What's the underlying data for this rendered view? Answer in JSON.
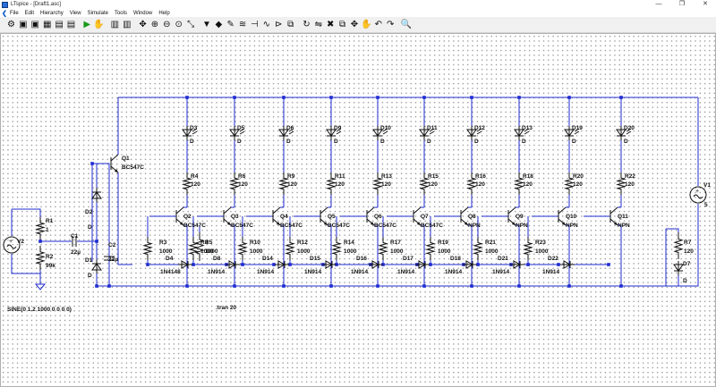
{
  "window": {
    "title": "LTspice - [Draft1.asc]",
    "minimize_glyph": "—",
    "maximize_glyph": "❐",
    "close_glyph": "✕"
  },
  "menu": [
    "File",
    "Edit",
    "Hierarchy",
    "View",
    "Simulate",
    "Tools",
    "Window",
    "Help"
  ],
  "toolbar_icons": [
    "gear-icon",
    "open-icon",
    "open-2-icon",
    "save-icon",
    "print-icon",
    "print-setup-icon",
    "run-icon",
    "halt-icon",
    "tile-h-icon",
    "tile-v-icon",
    "pan-icon",
    "zoom-in-icon",
    "zoom-out-icon",
    "zoom-fit-icon",
    "autorange-icon",
    "ground-icon",
    "net-label-icon",
    "wire-icon",
    "resistor-icon",
    "capacitor-icon",
    "inductor-icon",
    "diode-icon",
    "component-icon",
    "rotate-icon",
    "mirror-icon",
    "delete-icon",
    "duplicate-icon",
    "move-icon",
    "drag-icon",
    "undo-icon",
    "redo-icon",
    "find-icon"
  ],
  "toolbar_glyphs": [
    "⚙",
    "▣",
    "▣",
    "▦",
    "▤",
    "▤",
    "▶",
    "✋",
    "▥",
    "▥",
    "✥",
    "⊕",
    "⊖",
    "⊙",
    "⤡",
    "▼",
    "◆",
    "✎",
    "≋",
    "⊣",
    "∿",
    "⊳",
    "⧉",
    "↻",
    "⇋",
    "✖",
    "⧉",
    "✥",
    "✋",
    "↶",
    "↷",
    "🔍"
  ],
  "schematic": {
    "left": {
      "sources": [
        {
          "name": "V2",
          "value": "SINE(0 1.2 1000 0 0 0 0)"
        },
        {
          "name": "V1",
          "value": "5"
        }
      ],
      "resistors": [
        {
          "name": "R1",
          "value": "1"
        },
        {
          "name": "R2",
          "value": "99k"
        }
      ],
      "capacitors": [
        {
          "name": "C1",
          "value": "22µ"
        },
        {
          "name": "C2",
          "value": "22µ"
        }
      ],
      "diodes": [
        {
          "name": "D2",
          "value": "D"
        },
        {
          "name": "D1",
          "value": "D"
        }
      ],
      "q1": {
        "name": "Q1",
        "model": "BC547C"
      }
    },
    "stages": [
      {
        "led": "D3",
        "led_model": "D",
        "r_top": "R4",
        "r_top_val": "120",
        "q": "Q2",
        "q_model": "BC547C",
        "r_b": "R3",
        "r_b_val": "1000",
        "d_b": "D4",
        "d_b_model": "1N4148",
        "r_e": "R5",
        "r_e_val": "1000"
      },
      {
        "led": "D5",
        "led_model": "D",
        "r_top": "R6",
        "r_top_val": "120",
        "q": "Q3",
        "q_model": "BC547C",
        "r_b": "",
        "r_b_val": "",
        "d_b": "D8",
        "d_b_model": "1N914",
        "r_e": "R8",
        "r_e_val": "1000"
      },
      {
        "led": "D6",
        "led_model": "D",
        "r_top": "R9",
        "r_top_val": "120",
        "q": "Q4",
        "q_model": "BC547C",
        "r_b": "",
        "r_b_val": "",
        "d_b": "D14",
        "d_b_model": "1N914",
        "r_e": "R10",
        "r_e_val": "1000"
      },
      {
        "led": "D9",
        "led_model": "D",
        "r_top": "R11",
        "r_top_val": "120",
        "q": "Q5",
        "q_model": "BC547C",
        "r_b": "",
        "r_b_val": "",
        "d_b": "D15",
        "d_b_model": "1N914",
        "r_e": "R12",
        "r_e_val": "1000"
      },
      {
        "led": "D10",
        "led_model": "D",
        "r_top": "R13",
        "r_top_val": "120",
        "q": "Q6",
        "q_model": "BC547C",
        "r_b": "",
        "r_b_val": "",
        "d_b": "D16",
        "d_b_model": "1N914",
        "r_e": "R14",
        "r_e_val": "1000"
      },
      {
        "led": "D11",
        "led_model": "D",
        "r_top": "R15",
        "r_top_val": "120",
        "q": "Q7",
        "q_model": "BC547C",
        "r_b": "",
        "r_b_val": "",
        "d_b": "D17",
        "d_b_model": "1N914",
        "r_e": "R17",
        "r_e_val": "1000"
      },
      {
        "led": "D12",
        "led_model": "D",
        "r_top": "R16",
        "r_top_val": "120",
        "q": "Q8",
        "q_model": "NPN",
        "r_b": "",
        "r_b_val": "",
        "d_b": "D18",
        "d_b_model": "1N914",
        "r_e": "R19",
        "r_e_val": "1000"
      },
      {
        "led": "D13",
        "led_model": "D",
        "r_top": "R18",
        "r_top_val": "120",
        "q": "Q9",
        "q_model": "NPN",
        "r_b": "",
        "r_b_val": "",
        "d_b": "D21",
        "d_b_model": "1N914",
        "r_e": "R21",
        "r_e_val": "1000"
      },
      {
        "led": "D19",
        "led_model": "D",
        "r_top": "R20",
        "r_top_val": "120",
        "q": "Q10",
        "q_model": "NPN",
        "r_b": "",
        "r_b_val": "",
        "d_b": "D22",
        "d_b_model": "1N914",
        "r_e": "R23",
        "r_e_val": "1000"
      },
      {
        "led": "D20",
        "led_model": "D",
        "r_top": "R22",
        "r_top_val": "120",
        "q": "Q11",
        "q_model": "NPN",
        "r_b": "",
        "r_b_val": "",
        "d_b": "",
        "d_b_model": "",
        "r_e": "",
        "r_e_val": ""
      }
    ],
    "right": {
      "r": "R7",
      "r_val": "120",
      "d": "D7",
      "d_model": "D"
    },
    "directive": ".tran 20",
    "colors": {
      "wire": "#1f2cd2",
      "component": "#111111",
      "grid_dot": "#8a8a8a"
    }
  }
}
